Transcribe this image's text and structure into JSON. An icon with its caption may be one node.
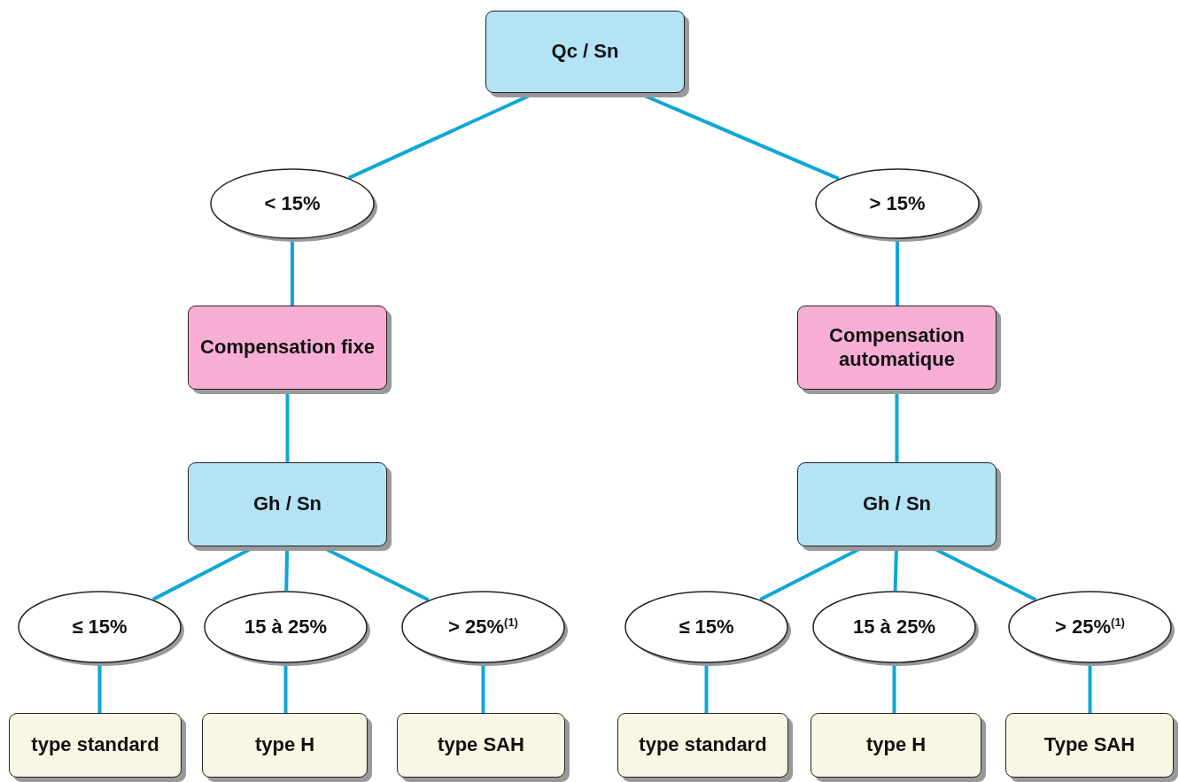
{
  "diagram": {
    "nodes": [
      {
        "text": [
          "Qc / Sn"
        ]
      },
      {
        "text": [
          "< 15%"
        ]
      },
      {
        "text": [
          "> 15%"
        ]
      },
      {
        "text": [
          "Compensation fixe"
        ]
      },
      {
        "text": [
          "Compensation automatique"
        ]
      },
      {
        "text": [
          "Gh / Sn"
        ]
      },
      {
        "text": [
          "Gh / Sn"
        ]
      },
      {
        "text": [
          "≤  15%"
        ]
      },
      {
        "text": [
          "15 à 25%"
        ]
      },
      {
        "text": [
          "> 25%$^{(1)}$"
        ]
      },
      {
        "text": [
          "≤  15%"
        ]
      },
      {
        "text": [
          "15 à 25%"
        ]
      },
      {
        "text": [
          "> 25%$^{(1)}$"
        ]
      },
      {
        "text": [
          "type standard"
        ]
      },
      {
        "text": [
          "type H"
        ]
      },
      {
        "text": [
          "type SAH"
        ]
      },
      {
        "text": [
          "type standard"
        ]
      },
      {
        "text": [
          "type H"
        ]
      },
      {
        "text": [
          "Type SAH"
        ]
      }
    ],
    "edges": [
      {
        "from": 0,
        "to": 1,
        "arrow": "none"
      },
      {
        "from": 0,
        "to": 2,
        "arrow": "none"
      },
      {
        "from": 1,
        "to": 3,
        "arrow": "none"
      },
      {
        "from": 2,
        "to": 4,
        "arrow": "none"
      },
      {
        "from": 3,
        "to": 5,
        "arrow": "none"
      },
      {
        "from": 4,
        "to": 6,
        "arrow": "none"
      },
      {
        "from": 5,
        "to": 7,
        "arrow": "none"
      },
      {
        "from": 5,
        "to": 8,
        "arrow": "none"
      },
      {
        "from": 5,
        "to": 9,
        "arrow": "none"
      },
      {
        "from": 6,
        "to": 10,
        "arrow": "none"
      },
      {
        "from": 6,
        "to": 11,
        "arrow": "none"
      },
      {
        "from": 6,
        "to": 12,
        "arrow": "none"
      },
      {
        "from": 7,
        "to": 13,
        "arrow": "none"
      },
      {
        "from": 8,
        "to": 14,
        "arrow": "none"
      },
      {
        "from": 9,
        "to": 15,
        "arrow": "none"
      },
      {
        "from": 10,
        "to": 16,
        "arrow": "none"
      },
      {
        "from": 11,
        "to": 17,
        "arrow": "none"
      },
      {
        "from": 12,
        "to": 18,
        "arrow": "none"
      }
    ]
  }
}
